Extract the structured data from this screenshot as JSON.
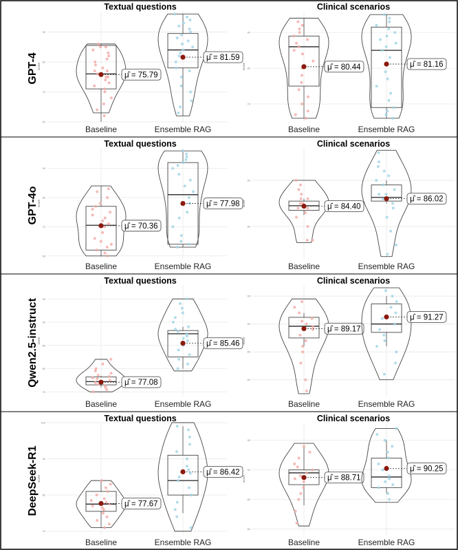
{
  "colors": {
    "baseline_points": "#f3a9a4",
    "rag_points": "#9fd3e6",
    "mean_marker": "#8b1a0e",
    "outline": "#444444",
    "grid": "#e8e8e8",
    "frame": "#000000"
  },
  "chart_data": [
    {
      "type": "violin-box",
      "model": "GPT-4",
      "title": "Textual questions",
      "ylabel": "score",
      "ylim": [
        60,
        97
      ],
      "yticks": [
        60,
        70,
        80,
        90
      ],
      "categories": [
        "Baseline",
        "Ensemble RAG"
      ],
      "means": [
        75.79,
        81.59
      ],
      "mean_labels": [
        "μ̂ = 75.79",
        "μ̂ = 81.59"
      ],
      "boxes": [
        {
          "min": 60,
          "q1": 71,
          "median": 76,
          "q3": 85.5,
          "max": 86,
          "spread": [
            63,
            86
          ],
          "points": [
            62,
            64,
            66,
            68,
            70,
            71,
            72,
            73,
            74,
            75,
            75,
            76,
            77,
            77,
            78,
            79,
            80,
            81,
            82,
            83,
            84,
            85,
            85,
            86
          ]
        },
        {
          "min": 62,
          "q1": 78,
          "median": 84,
          "q3": 89.5,
          "max": 96,
          "spread": [
            62,
            96
          ],
          "points": [
            63,
            65,
            67,
            70,
            72,
            75,
            77,
            78,
            80,
            82,
            83,
            84,
            85,
            86,
            87,
            88,
            89,
            90,
            91,
            92,
            93,
            94,
            95,
            96
          ]
        }
      ]
    },
    {
      "type": "violin-box",
      "model": "GPT-4",
      "title": "Clinical scenarios",
      "ylabel": "score",
      "ylim": [
        65,
        96
      ],
      "yticks": [
        70,
        80,
        90
      ],
      "categories": [
        "Baseline",
        "Ensemble RAG"
      ],
      "means": [
        80.44,
        81.16
      ],
      "mean_labels": [
        "μ̂ = 80.44",
        "μ̂ = 81.16"
      ],
      "boxes": [
        {
          "min": 66,
          "q1": 75,
          "median": 86,
          "q3": 89,
          "max": 94,
          "spread": [
            66,
            94
          ],
          "points": [
            66,
            67,
            68,
            70,
            72,
            74,
            76,
            78,
            80,
            82,
            84,
            85,
            86,
            87,
            88,
            89,
            90,
            91,
            92,
            93
          ]
        },
        {
          "min": 66,
          "q1": 69,
          "median": 85,
          "q3": 91.5,
          "max": 95,
          "spread": [
            66,
            95
          ],
          "points": [
            66,
            67,
            68,
            69,
            71,
            73,
            75,
            77,
            79,
            81,
            83,
            85,
            86,
            87,
            88,
            89,
            90,
            91,
            92,
            93,
            94,
            95
          ]
        }
      ]
    },
    {
      "type": "violin-box",
      "model": "GPT-4o",
      "title": "Textual questions",
      "ylabel": "score",
      "ylim": [
        59,
        97
      ],
      "yticks": [
        60,
        70,
        80,
        90
      ],
      "categories": [
        "Baseline",
        "Ensemble RAG"
      ],
      "means": [
        70.36,
        77.98
      ],
      "mean_labels": [
        "μ̂ = 70.36",
        "μ̂ = 77.98"
      ],
      "boxes": [
        {
          "min": 60,
          "q1": 62,
          "median": 70.5,
          "q3": 77,
          "max": 84,
          "spread": [
            60,
            84
          ],
          "points": [
            60,
            61,
            62,
            63,
            64,
            65,
            66,
            68,
            70,
            71,
            72,
            73,
            74,
            75,
            76,
            77,
            78,
            80,
            82,
            83
          ]
        },
        {
          "min": 63,
          "q1": 64,
          "median": 81,
          "q3": 92,
          "max": 96,
          "spread": [
            63,
            96
          ],
          "points": [
            63,
            64,
            65,
            67,
            70,
            73,
            75,
            78,
            80,
            82,
            84,
            86,
            88,
            90,
            91,
            92,
            93,
            94,
            95,
            96
          ]
        }
      ]
    },
    {
      "type": "violin-box",
      "model": "GPT-4o",
      "title": "Clinical scenarios",
      "ylabel": "score",
      "ylim": [
        73,
        97
      ],
      "yticks": [
        80,
        90
      ],
      "categories": [
        "Baseline",
        "Ensemble RAG"
      ],
      "means": [
        84.4,
        86.02
      ],
      "mean_labels": [
        "μ̂ = 84.40",
        "μ̂ = 86.02"
      ],
      "boxes": [
        {
          "min": 82.5,
          "q1": 83.5,
          "median": 84.5,
          "q3": 85.5,
          "max": 86,
          "spread": [
            76.5,
            90
          ],
          "points": [
            77,
            77,
            80,
            82,
            83,
            84,
            84,
            85,
            85,
            86,
            86,
            87,
            88,
            89,
            90
          ]
        },
        {
          "min": 85,
          "q1": 85.5,
          "median": 86.3,
          "q3": 89,
          "max": 90,
          "spread": [
            73.5,
            96.5
          ],
          "points": [
            74,
            76,
            79,
            82,
            84,
            85,
            86,
            86,
            87,
            87,
            88,
            89,
            90,
            91,
            92,
            93,
            94,
            96
          ]
        }
      ]
    },
    {
      "type": "violin-box",
      "model": "Qwen2.5-instruct",
      "title": "Textual questions",
      "ylabel": "score",
      "ylim": [
        74,
        98
      ],
      "yticks": [
        75,
        80,
        85,
        90,
        95
      ],
      "categories": [
        "Baseline",
        "Ensemble RAG"
      ],
      "means": [
        77.08,
        85.46
      ],
      "mean_labels": [
        "μ̂ = 77.08",
        "μ̂ = 85.46"
      ],
      "boxes": [
        {
          "min": 76,
          "q1": 76.5,
          "median": 77.2,
          "q3": 78.2,
          "max": 78.5,
          "spread": [
            75,
            82
          ],
          "points": [
            75,
            75.5,
            76,
            76.3,
            76.6,
            77,
            77.2,
            77.5,
            77.8,
            78,
            78.3,
            78.6,
            79,
            79.5,
            80,
            81,
            82
          ]
        },
        {
          "min": 80,
          "q1": 82.5,
          "median": 87.5,
          "q3": 88.2,
          "max": 89,
          "spread": [
            79.5,
            95
          ],
          "points": [
            80,
            81,
            82,
            83,
            84,
            85,
            86,
            86.5,
            87,
            87.5,
            88,
            88.5,
            89,
            90,
            91,
            92,
            93,
            94,
            95
          ]
        }
      ]
    },
    {
      "type": "violin-box",
      "model": "Qwen2.5-instruct",
      "title": "Clinical scenarios",
      "ylabel": "score",
      "ylim": [
        77,
        97
      ],
      "yticks": [
        80,
        85,
        90,
        95
      ],
      "categories": [
        "Baseline",
        "Ensemble RAG"
      ],
      "means": [
        89.17,
        91.27
      ],
      "mean_labels": [
        "μ̂ = 89.17",
        "μ̂ = 91.27"
      ],
      "boxes": [
        {
          "min": 86,
          "q1": 87.5,
          "median": 89.6,
          "q3": 91.2,
          "max": 92,
          "spread": [
            77.5,
            94.5
          ],
          "points": [
            78,
            80,
            83,
            85,
            86,
            87,
            88,
            89,
            89.5,
            90,
            90.5,
            91,
            92,
            93,
            94
          ]
        },
        {
          "min": 86,
          "q1": 88.5,
          "median": 90,
          "q3": 93.6,
          "max": 95,
          "spread": [
            80,
            96.5
          ],
          "points": [
            81,
            83,
            85,
            86,
            87,
            88,
            89,
            90,
            91,
            92,
            93,
            94,
            95,
            96
          ]
        }
      ]
    },
    {
      "type": "violin-box",
      "model": "DeepSeek-R1",
      "title": "Textual questions",
      "ylabel": "score",
      "ylim": [
        69,
        100
      ],
      "yticks": [
        70,
        80,
        90,
        100
      ],
      "categories": [
        "Baseline",
        "Ensemble RAG"
      ],
      "means": [
        77.67,
        86.42
      ],
      "mean_labels": [
        "μ̂ = 77.67",
        "μ̂ = 86.42"
      ],
      "boxes": [
        {
          "min": 71,
          "q1": 75.5,
          "median": 77.5,
          "q3": 81,
          "max": 84,
          "spread": [
            71,
            84
          ],
          "points": [
            71,
            72,
            73,
            74,
            75,
            76,
            76.5,
            77,
            77.5,
            78,
            78.5,
            79,
            80,
            81,
            82,
            83,
            84
          ]
        },
        {
          "min": 75,
          "q1": 80,
          "median": 84,
          "q3": 91,
          "max": 99,
          "spread": [
            70,
            100
          ],
          "points": [
            71,
            74,
            76,
            78,
            80,
            82,
            84,
            85,
            86,
            87,
            88,
            90,
            92,
            94,
            96,
            98,
            99
          ]
        }
      ]
    },
    {
      "type": "violin-box",
      "model": "DeepSeek-R1",
      "title": "Clinical scenarios",
      "ylabel": "score",
      "ylim": [
        79,
        98
      ],
      "yticks": [
        80,
        85,
        90,
        95
      ],
      "categories": [
        "Baseline",
        "Ensemble RAG"
      ],
      "means": [
        88.71,
        90.25
      ],
      "mean_labels": [
        "μ̂ = 88.71",
        "μ̂ = 90.25"
      ],
      "boxes": [
        {
          "min": 84,
          "q1": 87.5,
          "median": 89.5,
          "q3": 90,
          "max": 94,
          "spread": [
            80.5,
            94.5
          ],
          "points": [
            81,
            83,
            85,
            86,
            87,
            88,
            88.5,
            89,
            89.5,
            90,
            90.5,
            91,
            92,
            93,
            94
          ]
        },
        {
          "min": 86,
          "q1": 87,
          "median": 88.8,
          "q3": 92,
          "max": 95,
          "spread": [
            84.5,
            97
          ],
          "points": [
            85,
            86,
            87,
            87.5,
            88,
            88.5,
            89,
            90,
            91,
            92,
            93,
            94,
            95,
            96,
            97
          ]
        }
      ]
    }
  ]
}
